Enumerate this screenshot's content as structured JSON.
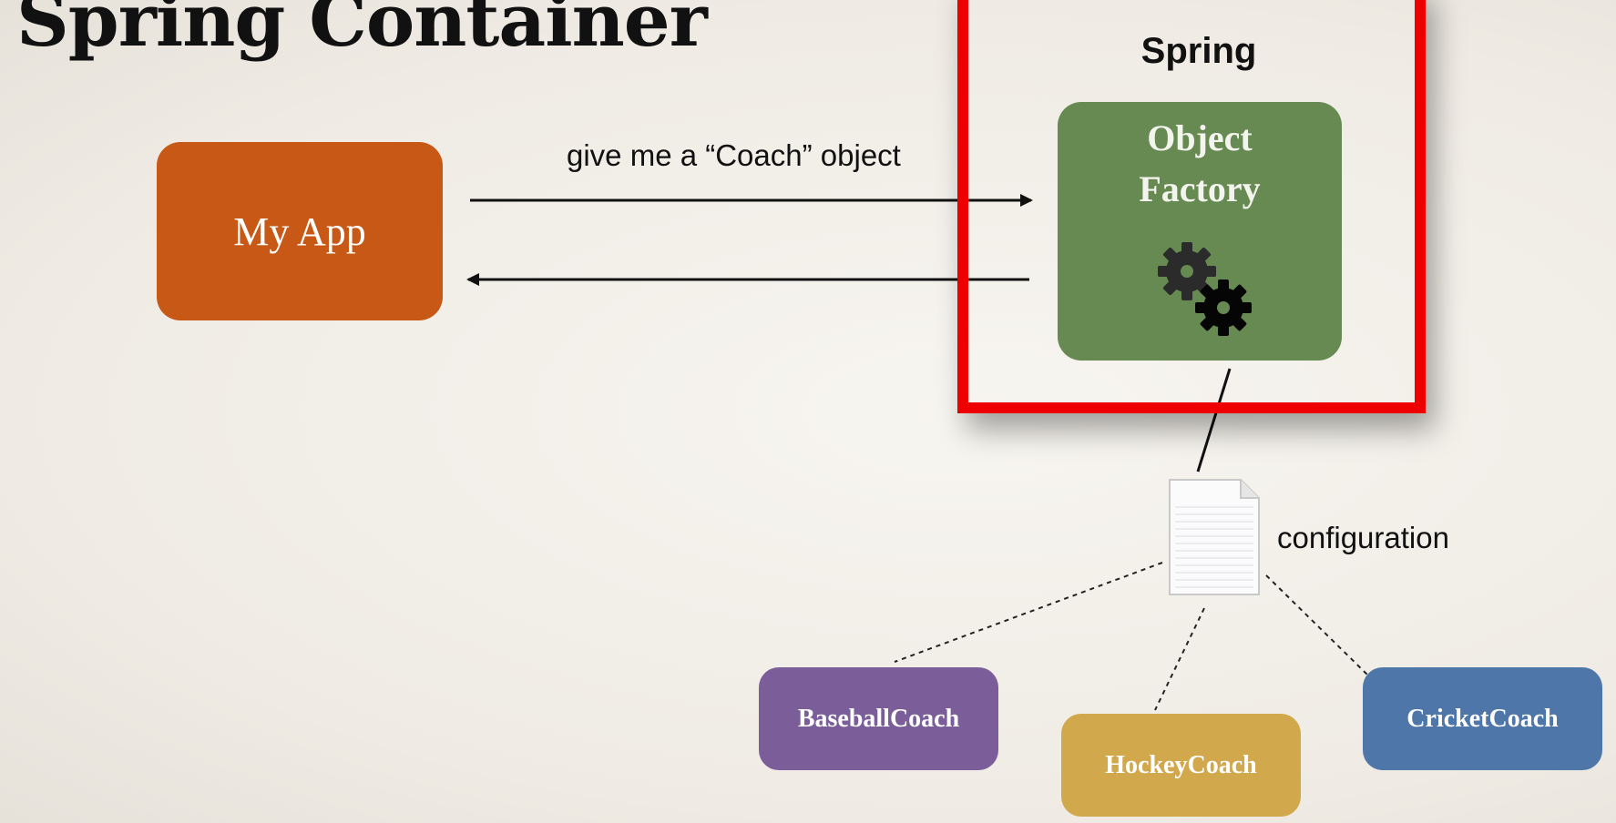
{
  "title": "Spring Container",
  "app_box": {
    "label": "My App",
    "color": "#c75815"
  },
  "request": {
    "label": "give me a “Coach” object"
  },
  "container": {
    "label": "Spring",
    "frame_color": "#ee0000"
  },
  "factory": {
    "label": "Object\nFactory",
    "color": "#668a52",
    "icon": "gears-icon"
  },
  "configuration": {
    "label": "configuration",
    "icon": "document-icon"
  },
  "coaches": [
    {
      "label": "BaseballCoach",
      "color": "#7b5e99"
    },
    {
      "label": "HockeyCoach",
      "color": "#d2a84c"
    },
    {
      "label": "CricketCoach",
      "color": "#4e76a9"
    }
  ]
}
